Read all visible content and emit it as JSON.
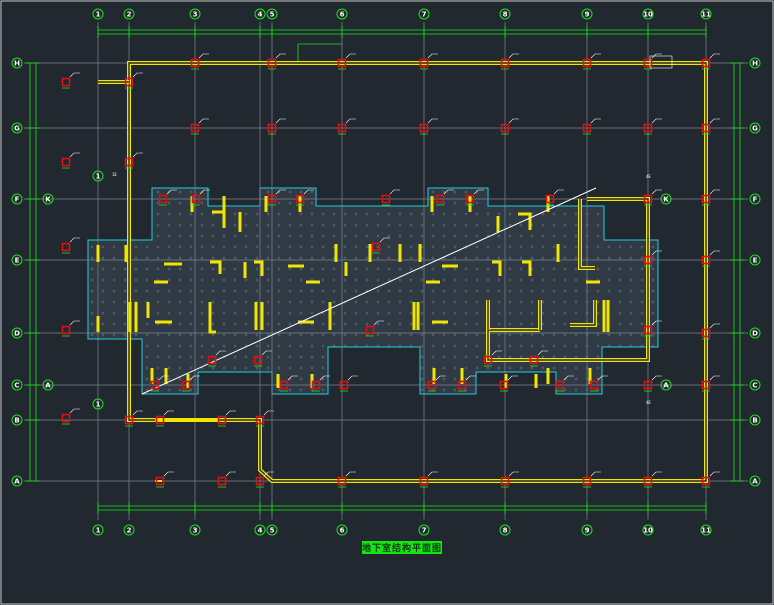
{
  "drawing": {
    "title": "地下室结构平面图",
    "colors": {
      "background": "#222830",
      "axis_line": "#7d8590",
      "dimension": "#14e614",
      "bubble": "#14e614",
      "wall": "#f2e600",
      "column": "#e01010",
      "slab_outline": "#1fd0e0",
      "slab_fill": "#2f3a44",
      "diagonal": "#ffffff"
    },
    "vertical_axes": [
      "1",
      "2",
      "3",
      "4",
      "5",
      "6",
      "7",
      "8",
      "9",
      "10",
      "11"
    ],
    "horizontal_axes": [
      "H",
      "G",
      "F",
      "E",
      "D",
      "C",
      "B",
      "A"
    ],
    "sub_axis_labels": [
      "1",
      "K",
      "A",
      "1"
    ],
    "elevation_marks": [
      "4E",
      "1E",
      "4E"
    ]
  }
}
